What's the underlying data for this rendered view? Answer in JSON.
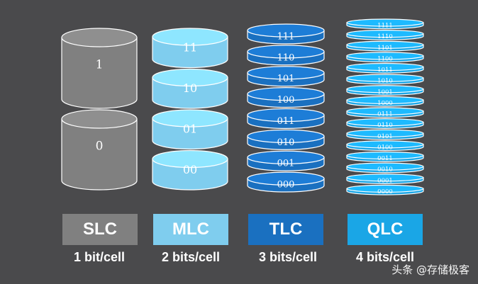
{
  "columns": [
    {
      "label": "SLC",
      "bits": "1 bit/cell",
      "color": "#808080",
      "levels": [
        "1",
        "0"
      ]
    },
    {
      "label": "MLC",
      "bits": "2 bits/cell",
      "color": "#7fcdee",
      "levels": [
        "11",
        "10",
        "01",
        "00"
      ]
    },
    {
      "label": "TLC",
      "bits": "3 bits/cell",
      "color": "#1a70c0",
      "levels": [
        "111",
        "110",
        "101",
        "100",
        "011",
        "010",
        "001",
        "000"
      ]
    },
    {
      "label": "QLC",
      "bits": "4 bits/cell",
      "color": "#1aa6e6",
      "levels": [
        "1111",
        "1110",
        "1101",
        "1100",
        "1011",
        "1010",
        "1001",
        "1000",
        "0111",
        "0110",
        "0101",
        "0100",
        "0011",
        "0010",
        "0001",
        "0000"
      ]
    }
  ],
  "watermark": "头条 @存储极客",
  "colors": {
    "background": "#4a4a4c",
    "disk_text": "#ffffff",
    "outline": "#ffffff"
  }
}
